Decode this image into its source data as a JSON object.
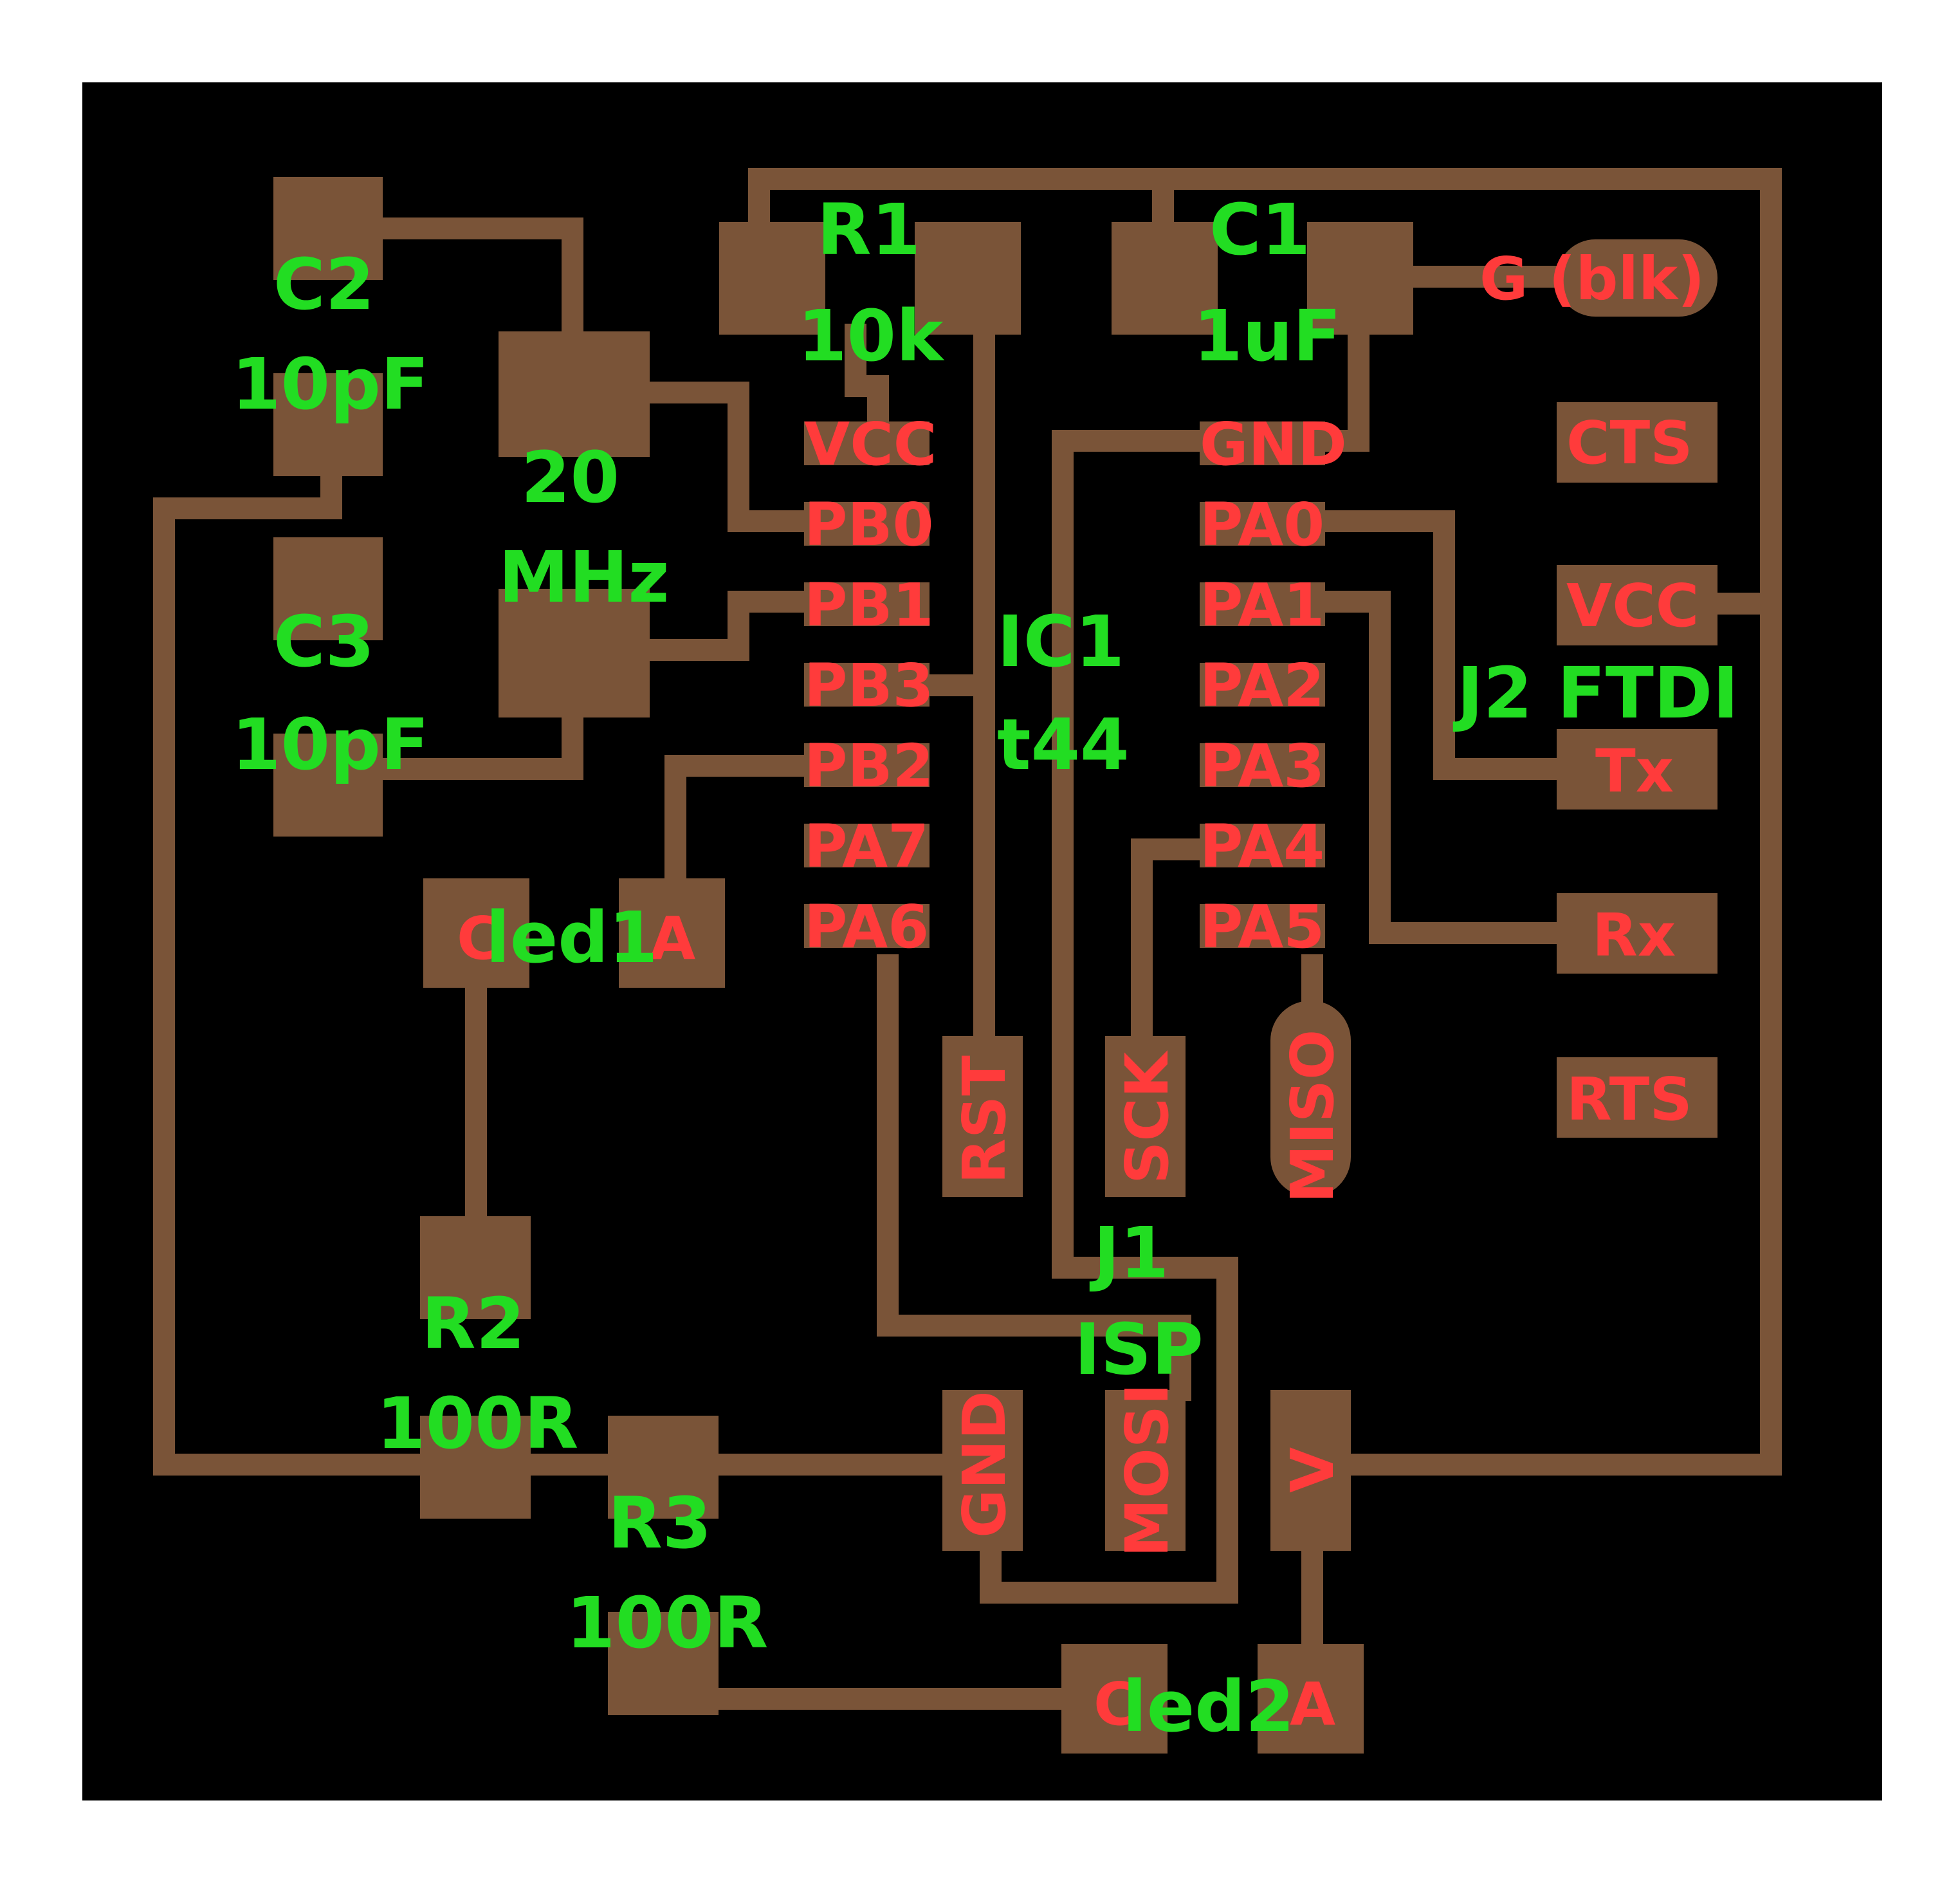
{
  "board": {
    "background": "#000000",
    "copper_color": "#7a5438",
    "pin_label_color": "#ff3b3b",
    "ref_label_color": "#22dd22"
  },
  "components": {
    "c2": {
      "ref": "C2",
      "value": "10pF"
    },
    "c3": {
      "ref": "C3",
      "value": "10pF"
    },
    "xtal": {
      "ref": "20",
      "value": "MHz"
    },
    "r1": {
      "ref": "R1",
      "value": "10k"
    },
    "c1": {
      "ref": "C1",
      "value": "1uF"
    },
    "ic1": {
      "ref": "IC1",
      "value": "t44"
    },
    "j2": {
      "ref": "J2 FTDI"
    },
    "j1": {
      "ref": "J1",
      "value": "ISP"
    },
    "led1": {
      "ref": "led1"
    },
    "led2": {
      "ref": "led2"
    },
    "r2": {
      "ref": "R2",
      "value": "100R"
    },
    "r3": {
      "ref": "R3",
      "value": "100R"
    }
  },
  "ic1_pins": {
    "left": [
      "VCC",
      "PB0",
      "PB1",
      "PB3",
      "PB2",
      "PA7",
      "PA6"
    ],
    "right": [
      "GND",
      "PA0",
      "PA1",
      "PA2",
      "PA3",
      "PA4",
      "PA5"
    ]
  },
  "ftdi_pins": [
    "G (blk)",
    "CTS",
    "VCC",
    "Tx",
    "Rx",
    "RTS"
  ],
  "isp_pins": [
    "RST",
    "SCK",
    "MISO",
    "GND",
    "MOSI",
    "V"
  ],
  "led_pins": {
    "cathode": "C",
    "anode": "A"
  }
}
